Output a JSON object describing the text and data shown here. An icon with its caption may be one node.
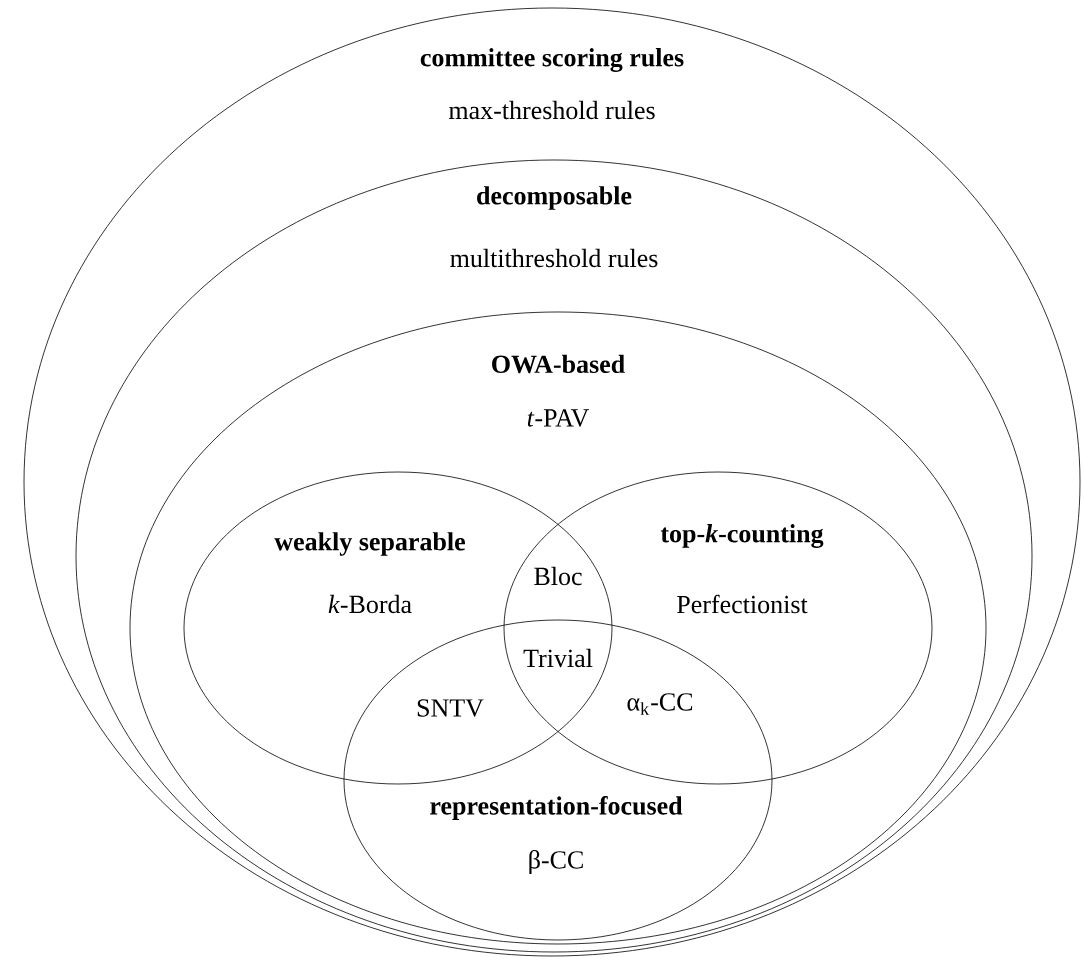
{
  "diagram": {
    "nodes": [
      {
        "text": [
          "committee scoring rules",
          "max-threshold rules"
        ]
      },
      {
        "text": [
          "decomposable",
          "multithreshold rules"
        ],
        "in": 0
      },
      {
        "text": [
          "OWA-based",
          "*t*-PAV"
        ],
        "in": 1
      },
      {
        "text": [
          "weakly separable",
          "*k*-Borda"
        ],
        "in": 2
      },
      {
        "text": [
          "top-*k*-counting",
          "Perfectionist"
        ],
        "in": 2
      },
      {
        "text": [
          "representation-focused",
          "β-CC"
        ],
        "in": 2
      }
    ],
    "labels": [
      "Bloc",
      "Trivial",
      "SNTV",
      "α$_{k}$-CC"
    ]
  }
}
